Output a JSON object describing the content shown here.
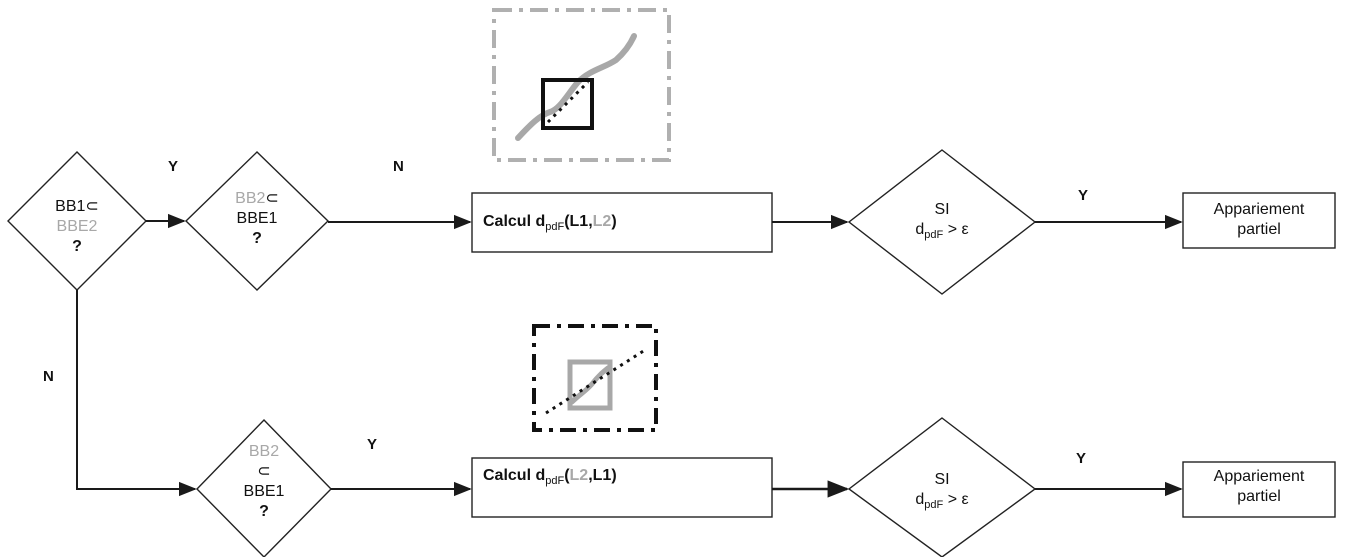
{
  "decision1": {
    "l1": "BB1",
    "sym": "⊂",
    "l2": "BBE2",
    "q": "?"
  },
  "decision2": {
    "l1": "BB2",
    "sym": "⊂",
    "l2": "BBE1",
    "q": "?"
  },
  "decision3": {
    "l1": "BB2",
    "sym": "⊂",
    "l2": "BBE1",
    "q": "?"
  },
  "process1": {
    "prefix": "Calcul d",
    "sub": "pdF",
    "open": "(",
    "a": "L1",
    "comma": ",",
    "b": "L2",
    "close": ")"
  },
  "process2": {
    "prefix": "Calcul d",
    "sub": "pdF",
    "open": "(",
    "a": "L2",
    "comma": ",",
    "b": "L1",
    "close": ")"
  },
  "test1": {
    "si": "SI",
    "d": "d",
    "sub": "pdF",
    "cmp": " > ε"
  },
  "test2": {
    "si": "SI",
    "d": "d",
    "sub": "pdF",
    "cmp": " > ε"
  },
  "result1": {
    "line1": "Appariement",
    "line2": "partiel"
  },
  "result2": {
    "line1": "Appariement",
    "line2": "partiel"
  },
  "edges": {
    "d1_yes": "Y",
    "d1_no": "N",
    "d2_no": "N",
    "d3_yes": "Y",
    "t1_yes": "Y",
    "t2_yes": "Y"
  },
  "colors": {
    "line": "#1a1a1a",
    "gray": "#a8a8a8"
  }
}
